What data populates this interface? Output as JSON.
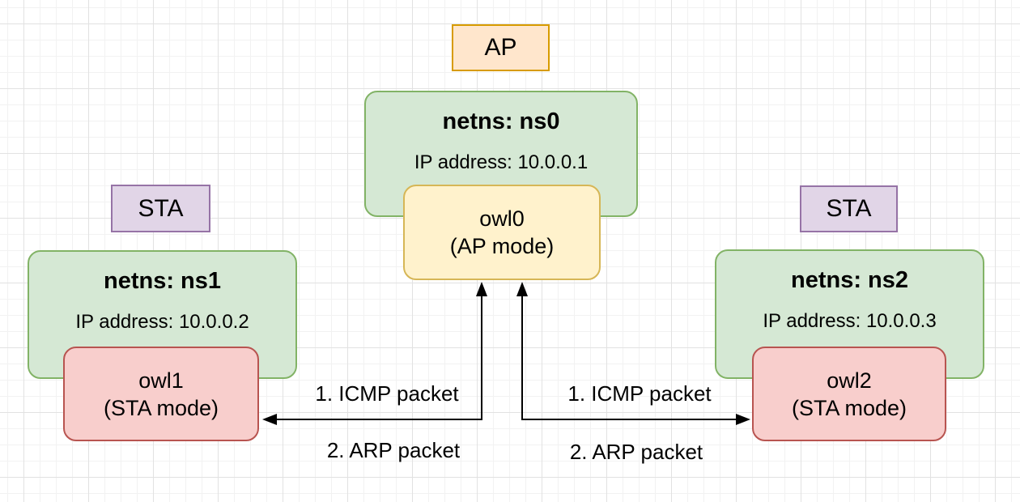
{
  "diagram": {
    "type": "network-topology",
    "description": "Wireless virtual interface setup: one AP network namespace and two STA network namespaces exchanging ICMP and ARP packets"
  },
  "badges": {
    "ap": {
      "label": "AP"
    },
    "sta_left": {
      "label": "STA"
    },
    "sta_right": {
      "label": "STA"
    }
  },
  "namespaces": {
    "ns0": {
      "title": "netns: ns0",
      "ip": "IP address: 10.0.0.1"
    },
    "ns1": {
      "title": "netns: ns1",
      "ip": "IP address: 10.0.0.2"
    },
    "ns2": {
      "title": "netns: ns2",
      "ip": "IP address: 10.0.0.3"
    }
  },
  "interfaces": {
    "owl0": {
      "name": "owl0",
      "mode": "(AP mode)"
    },
    "owl1": {
      "name": "owl1",
      "mode": "(STA mode)"
    },
    "owl2": {
      "name": "owl2",
      "mode": "(STA mode)"
    }
  },
  "edges": {
    "left": {
      "label1": "1. ICMP packet",
      "label2": "2. ARP packet",
      "from": "owl0",
      "to": "owl1",
      "bidirectional": true
    },
    "right": {
      "label1": "1. ICMP packet",
      "label2": "2. ARP packet",
      "from": "owl0",
      "to": "owl2",
      "bidirectional": true
    }
  },
  "colors": {
    "badge_ap_fill": "#ffe6cc",
    "badge_ap_stroke": "#d79b00",
    "badge_sta_fill": "#e1d5e7",
    "badge_sta_stroke": "#9673a6",
    "netns_fill": "#d5e8d4",
    "netns_stroke": "#82b366",
    "iface_ap_fill": "#fff2cc",
    "iface_ap_stroke": "#d6b656",
    "iface_sta_fill": "#f8cecc",
    "iface_sta_stroke": "#b85450",
    "edge_stroke": "#000000",
    "grid_minor": "#f2f2f2",
    "grid_major": "#e2e2e2"
  }
}
